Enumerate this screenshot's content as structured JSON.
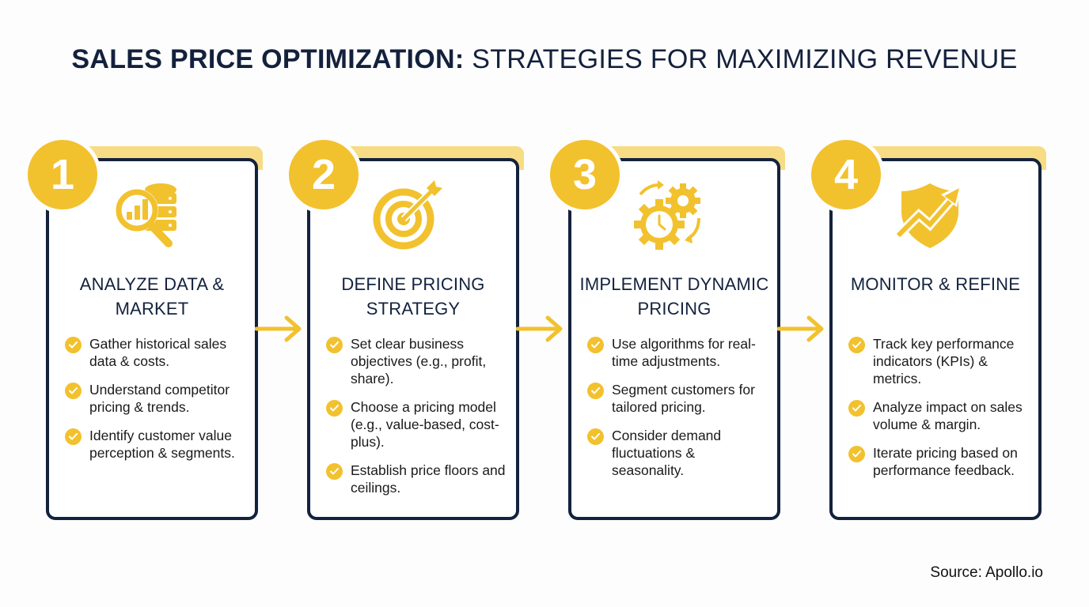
{
  "title": {
    "bold": "SALES PRICE OPTIMIZATION:",
    "light": " STRATEGIES FOR MAXIMIZING REVENUE"
  },
  "colors": {
    "accent": "#f2c12e",
    "accent_light": "#f7dc85",
    "navy": "#13223e",
    "background": "#fdfdfd"
  },
  "steps": [
    {
      "number": "1",
      "icon": "data-analysis-magnifier-database-icon",
      "heading": "ANALYZE DATA & MARKET",
      "bullets": [
        "Gather historical sales data & costs.",
        "Understand competitor pricing & trends.",
        "Identify customer value perception & segments."
      ]
    },
    {
      "number": "2",
      "icon": "target-arrow-icon",
      "heading": "DEFINE PRICING STRATEGY",
      "bullets": [
        "Set clear business objectives (e.g., profit, share).",
        "Choose a pricing model (e.g., value-based, cost-plus).",
        "Establish price floors and ceilings."
      ]
    },
    {
      "number": "3",
      "icon": "gears-clock-icon",
      "heading": "IMPLEMENT DYNAMIC PRICING",
      "bullets": [
        "Use algorithms for real-time adjustments.",
        "Segment customers for tailored pricing.",
        "Consider demand fluctuations & seasonality."
      ]
    },
    {
      "number": "4",
      "icon": "shield-trend-arrow-icon",
      "heading": "MONITOR & REFINE",
      "bullets": [
        "Track key performance indicators (KPIs) & metrics.",
        "Analyze impact on sales volume & margin.",
        "Iterate pricing based on performance feedback."
      ]
    }
  ],
  "connectors": [
    "arrow-right-icon",
    "arrow-right-icon",
    "arrow-right-icon"
  ],
  "source": "Source: Apollo.io"
}
